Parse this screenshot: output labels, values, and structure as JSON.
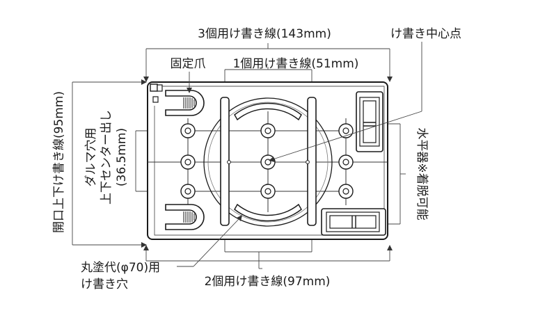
{
  "labels": {
    "top_dim_143": "3個用け書き線(143mm)",
    "center_point": "け書き中心点",
    "claw": "固定爪",
    "dim_51": "1個用け書き線(51mm)",
    "left_dim_95": "開口上下け書き線(95mm)",
    "dharma_line1": "ダルマ穴用",
    "dharma_line2": "上下センター出し",
    "dharma_line3": "(36.5mm)",
    "level": "水平器※着脱可能",
    "round_line1": "丸塗代(φ70)用",
    "round_line2": "け書き穴",
    "dim_97": "2個用け書き線(97mm)"
  }
}
